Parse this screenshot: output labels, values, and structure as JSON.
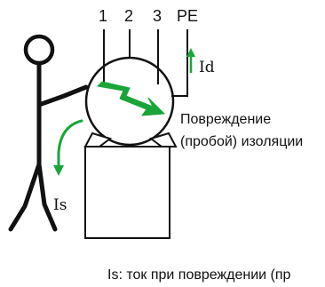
{
  "terminals": {
    "t1": "1",
    "t2": "2",
    "t3": "3",
    "pe": "PE"
  },
  "labels": {
    "id": "Id",
    "fault_line1": "Повреждение",
    "fault_line2": "(пробой) изоляции",
    "is": "Is",
    "caption": "Is: ток при повреждении (пр"
  },
  "colors": {
    "ink": "#111111",
    "green": "#1aa53a",
    "background": "#ffffff"
  },
  "icons": {
    "lightning": "lightning-bolt-icon"
  }
}
